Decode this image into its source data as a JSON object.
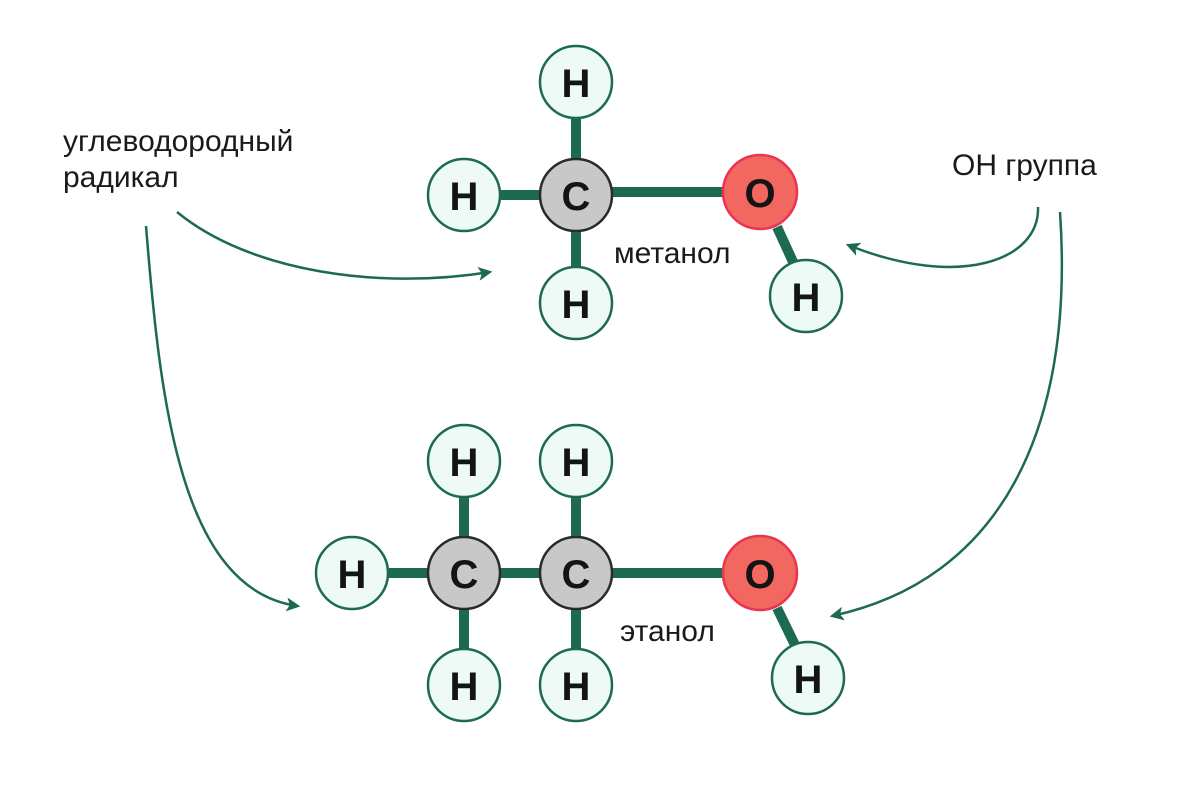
{
  "labels": {
    "radical": [
      "углеводородный",
      "радикал"
    ],
    "oh_group": "ОН группа",
    "methanol": "метанол",
    "ethanol": "этанол"
  },
  "atoms": {
    "H": "H",
    "C": "C",
    "O": "O"
  },
  "colors": {
    "bond": "#1d6a52",
    "arrow": "#1d6a52",
    "atom_stroke": "#1d6a52",
    "h_fill": "#eefaf6",
    "c_fill": "#c8c8c8",
    "c_stroke": "#2a2a2a",
    "o_fill": "#f2675f",
    "o_stroke": "#e8344f"
  }
}
